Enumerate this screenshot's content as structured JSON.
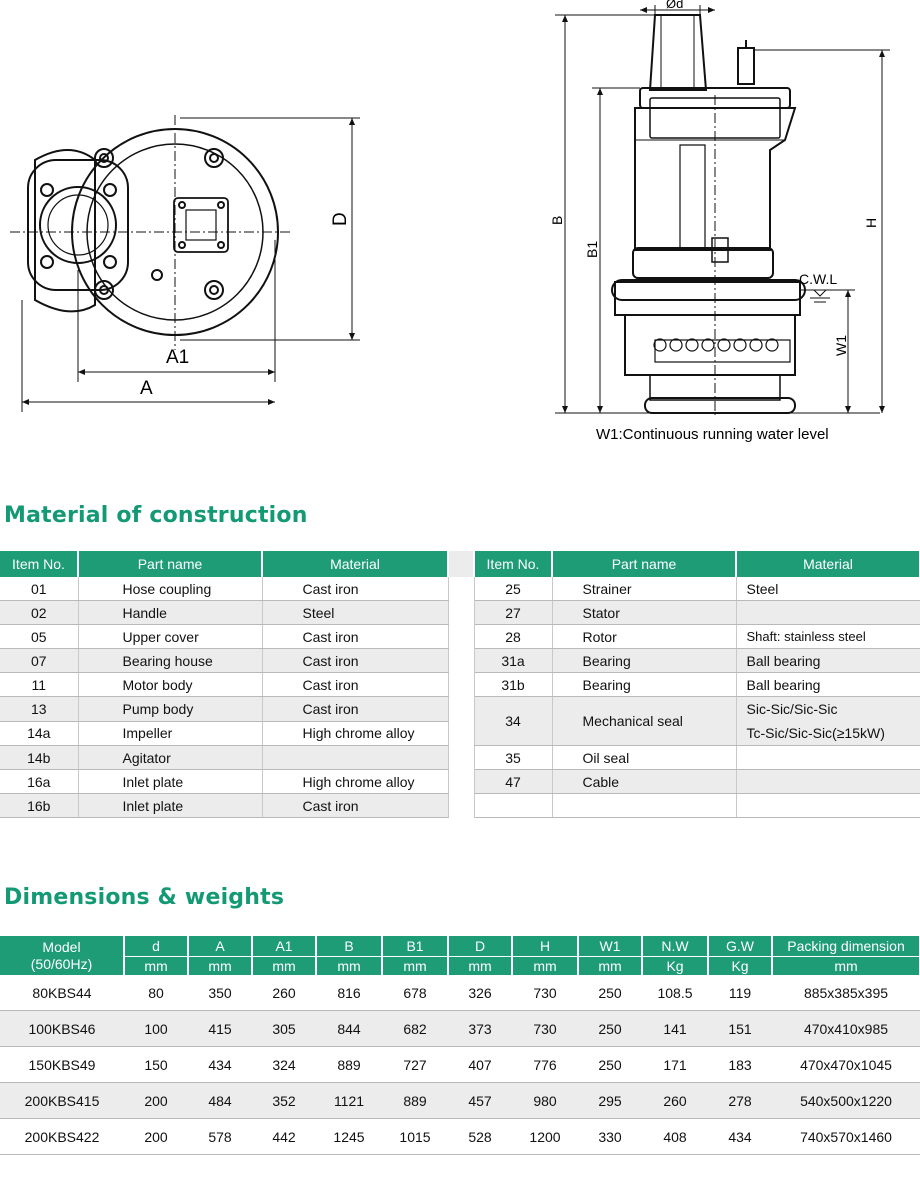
{
  "drawing": {
    "labels": {
      "d": "Ød",
      "D": "D",
      "A": "A",
      "A1": "A1",
      "B": "B",
      "B1": "B1",
      "H": "H",
      "W1": "W1",
      "cwl": "C.W.L"
    },
    "caption": "W1:Continuous running water level"
  },
  "material": {
    "title": "Material of construction",
    "headers": [
      "Item No.",
      "Part name",
      "Material"
    ],
    "left": [
      {
        "item": "01",
        "part": "Hose coupling",
        "material": "Cast iron"
      },
      {
        "item": "02",
        "part": "Handle",
        "material": "Steel"
      },
      {
        "item": "05",
        "part": "Upper cover",
        "material": "Cast iron"
      },
      {
        "item": "07",
        "part": "Bearing house",
        "material": "Cast iron"
      },
      {
        "item": "11",
        "part": "Motor body",
        "material": "Cast iron"
      },
      {
        "item": "13",
        "part": "Pump body",
        "material": "Cast iron"
      },
      {
        "item": "14a",
        "part": "Impeller",
        "material": "High chrome alloy"
      },
      {
        "item": "14b",
        "part": "Agitator",
        "material": ""
      },
      {
        "item": "16a",
        "part": "Inlet plate",
        "material": "High chrome alloy"
      },
      {
        "item": "16b",
        "part": "Inlet plate",
        "material": "Cast iron"
      }
    ],
    "right": [
      {
        "item": "25",
        "part": "Strainer",
        "material": "Steel"
      },
      {
        "item": "27",
        "part": "Stator",
        "material": ""
      },
      {
        "item": "28",
        "part": "Rotor",
        "material": "Shaft: stainless steel"
      },
      {
        "item": "31a",
        "part": "Bearing",
        "material": "Ball bearing"
      },
      {
        "item": "31b",
        "part": "Bearing",
        "material": "Ball bearing"
      },
      {
        "item": "34",
        "part": "Mechanical seal",
        "material": "Sic-Sic/Sic-Sic",
        "material2": "Tc-Sic/Sic-Sic(≥15kW)"
      },
      {
        "item": "35",
        "part": "Oil seal",
        "material": ""
      },
      {
        "item": "47",
        "part": "Cable",
        "material": ""
      },
      {
        "item": "",
        "part": "",
        "material": ""
      }
    ]
  },
  "dimensions": {
    "title": "Dimensions & weights",
    "headers": [
      "Model\n(50/60Hz)",
      "d",
      "A",
      "A1",
      "B",
      "B1",
      "D",
      "H",
      "W1",
      "N.W",
      "G.W",
      "Packing dimension"
    ],
    "units": [
      "mm",
      "mm",
      "mm",
      "mm",
      "mm",
      "mm",
      "mm",
      "mm",
      "Kg",
      "Kg",
      "mm"
    ],
    "rows": [
      [
        "80KBS44",
        "80",
        "350",
        "260",
        "816",
        "678",
        "326",
        "730",
        "250",
        "108.5",
        "119",
        "885x385x395"
      ],
      [
        "100KBS46",
        "100",
        "415",
        "305",
        "844",
        "682",
        "373",
        "730",
        "250",
        "141",
        "151",
        "470x410x985"
      ],
      [
        "150KBS49",
        "150",
        "434",
        "324",
        "889",
        "727",
        "407",
        "776",
        "250",
        "171",
        "183",
        "470x470x1045"
      ],
      [
        "200KBS415",
        "200",
        "484",
        "352",
        "1121",
        "889",
        "457",
        "980",
        "295",
        "260",
        "278",
        "540x500x1220"
      ],
      [
        "200KBS422",
        "200",
        "578",
        "442",
        "1245",
        "1015",
        "528",
        "1200",
        "330",
        "408",
        "434",
        "740x570x1460"
      ]
    ]
  }
}
